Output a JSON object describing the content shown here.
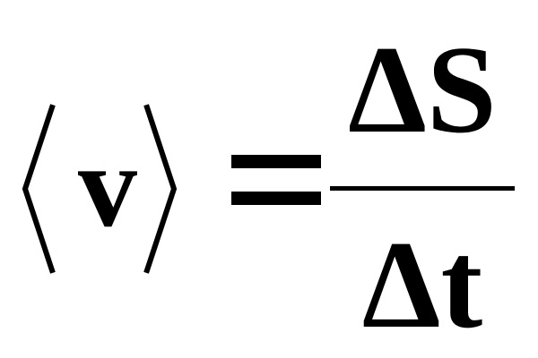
{
  "formula": {
    "variable": "v",
    "equals": "=",
    "numerator": "ΔS",
    "denominator": "Δt"
  }
}
